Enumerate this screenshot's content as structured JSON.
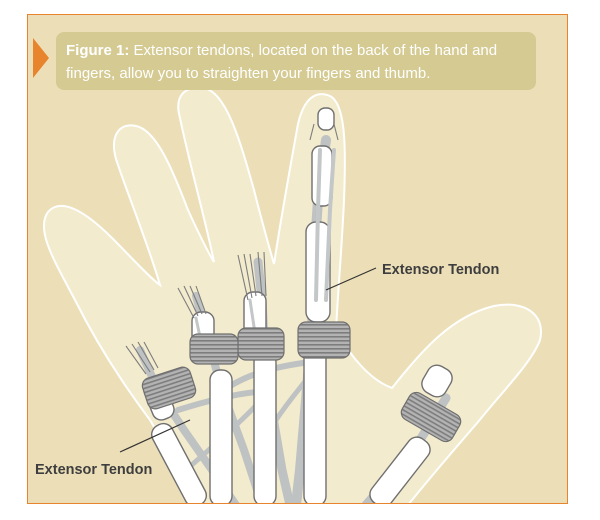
{
  "caption": {
    "label": "Figure 1:",
    "text": "Extensor tendons, located on the back of the hand and fingers, allow you to straighten your fingers and thumb."
  },
  "labels": {
    "upper": "Extensor Tendon",
    "lower": "Extensor Tendon"
  },
  "colors": {
    "background": "#ecdfb8",
    "border": "#e8842d",
    "caption_bg": "#d4ca92",
    "hand_fill": "#f3ebcd",
    "bone": "#ffffff",
    "bone_outline": "#6f6f6f",
    "tendon": "#bfc2c2",
    "sheath": "#9a9a9a"
  }
}
